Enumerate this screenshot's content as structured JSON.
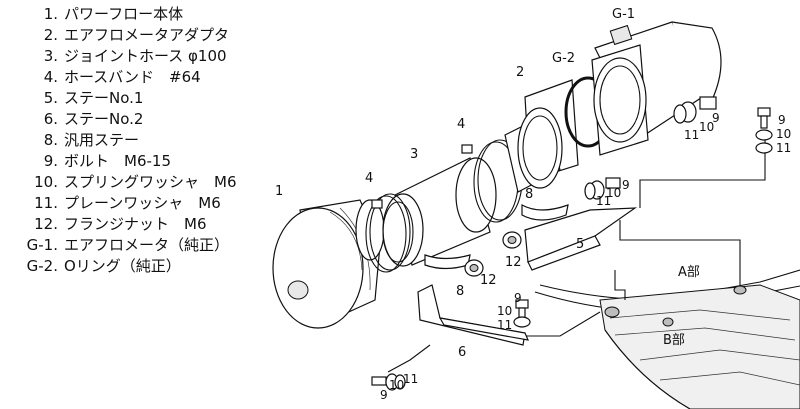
{
  "legend": [
    {
      "num": "1.",
      "text": "パワーフロー本体"
    },
    {
      "num": "2.",
      "text": "エアフロメータアダプタ"
    },
    {
      "num": "3.",
      "text": "ジョイントホース φ100"
    },
    {
      "num": "4.",
      "text": "ホースバンド　#64"
    },
    {
      "num": "5.",
      "text": "ステーNo.1"
    },
    {
      "num": "6.",
      "text": "ステーNo.2"
    },
    {
      "num": "8.",
      "text": "汎用ステー"
    },
    {
      "num": "9.",
      "text": "ボルト　M6-15"
    },
    {
      "num": "10.",
      "text": "スプリングワッシャ　M6"
    },
    {
      "num": "11.",
      "text": "プレーンワッシャ　M6"
    },
    {
      "num": "12.",
      "text": "フランジナット　M6"
    },
    {
      "num": "G-1.",
      "text": "エアフロメータ（純正）"
    },
    {
      "num": "G-2.",
      "text": "Oリング（純正）"
    }
  ],
  "callouts": {
    "g1": "G-1",
    "g2": "G-2",
    "p1": "1",
    "p2": "2",
    "p3": "3",
    "p4a": "4",
    "p4b": "4",
    "p5": "5",
    "p6": "6",
    "p8a": "8",
    "p8b": "8",
    "p12a": "12",
    "p12b": "12",
    "p9a": "9",
    "p10a": "10",
    "p11a": "11",
    "p9b": "9",
    "p10b": "10",
    "p11b": "11",
    "p9c": "9",
    "p10c": "10",
    "p11c": "11",
    "p9d": "9",
    "p10d": "10",
    "p11d": "11",
    "p9e": "9",
    "p10e": "10",
    "p11e": "11",
    "areaA": "A部",
    "areaB": "B部"
  }
}
